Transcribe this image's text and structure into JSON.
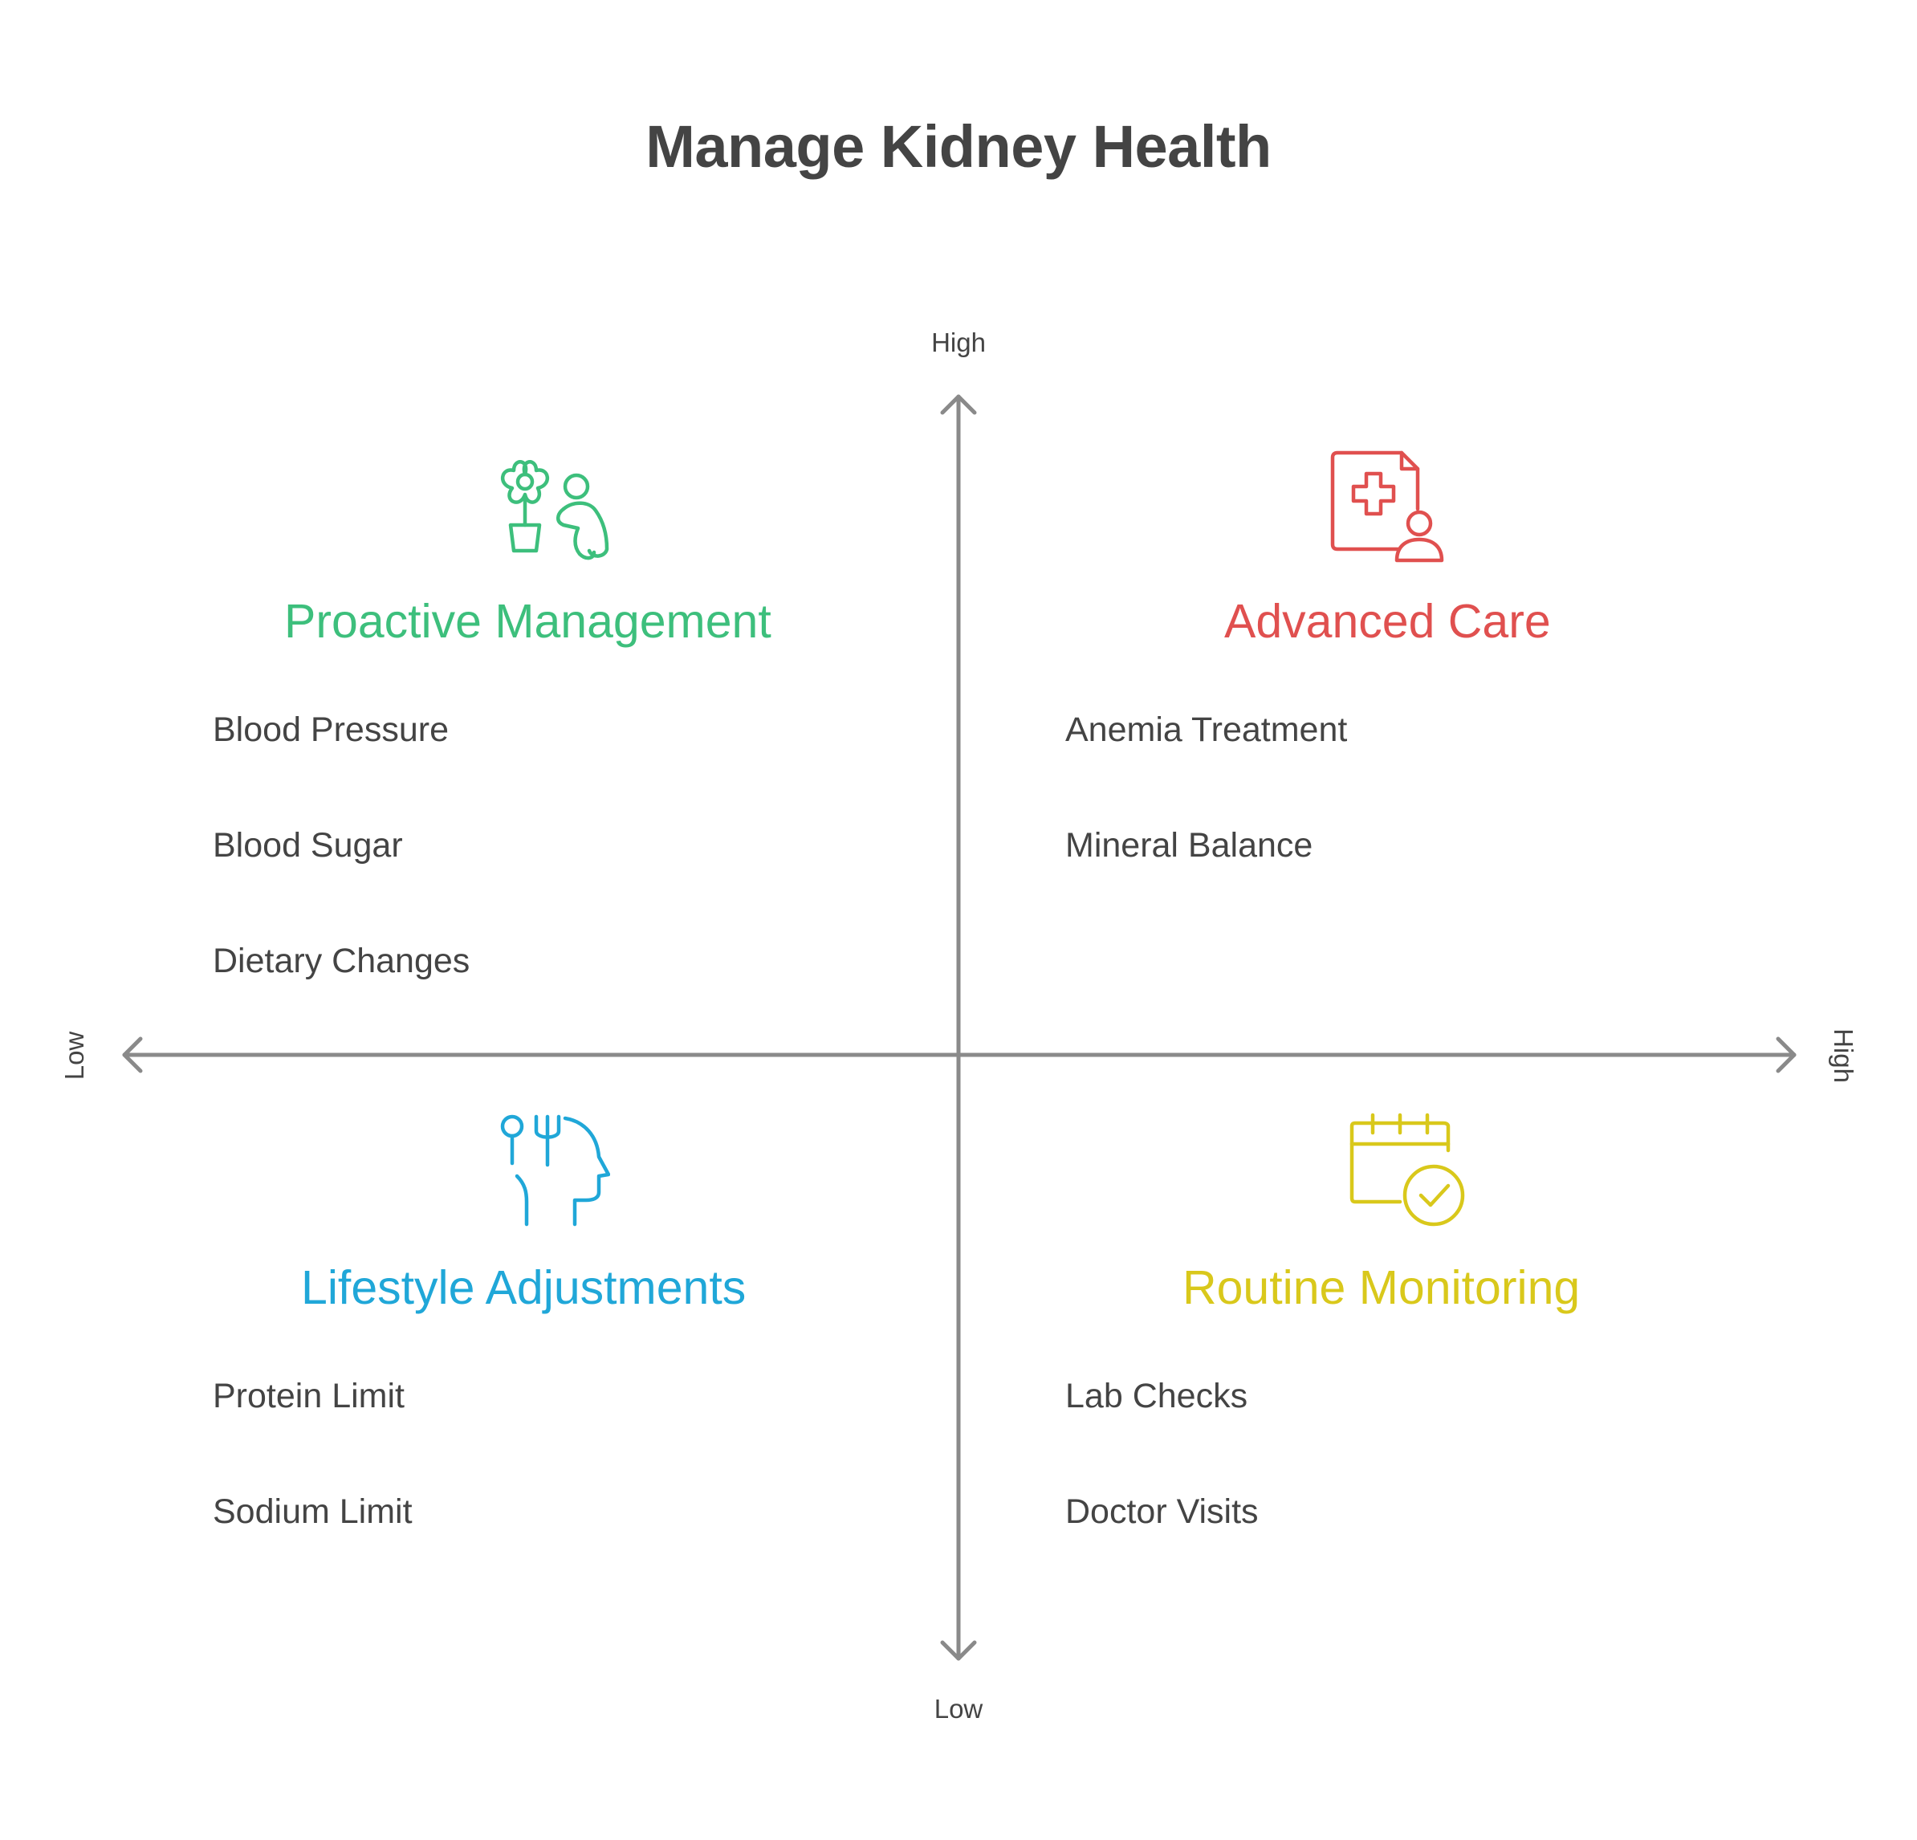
{
  "title": "Manage Kidney Health",
  "axes": {
    "y_high": "High",
    "y_low": "Low",
    "x_low": "Low",
    "x_high": "High"
  },
  "colors": {
    "axis": "#8a8a8a",
    "text": "#444444",
    "proactive": "#3dbf7c",
    "advanced": "#e0504f",
    "lifestyle": "#20a7d8",
    "routine": "#d9c81b"
  },
  "quadrants": {
    "top_left": {
      "title": "Proactive Management",
      "icon": "flower-pot-person-icon",
      "items": [
        "Blood Pressure",
        "Blood Sugar",
        "Dietary Changes"
      ]
    },
    "top_right": {
      "title": "Advanced Care",
      "icon": "medical-record-person-icon",
      "items": [
        "Anemia Treatment",
        "Mineral Balance"
      ]
    },
    "bottom_left": {
      "title": "Lifestyle Adjustments",
      "icon": "utensils-head-icon",
      "items": [
        "Protein Limit",
        "Sodium Limit"
      ]
    },
    "bottom_right": {
      "title": "Routine Monitoring",
      "icon": "calendar-check-icon",
      "items": [
        "Lab Checks",
        "Doctor Visits"
      ]
    }
  }
}
